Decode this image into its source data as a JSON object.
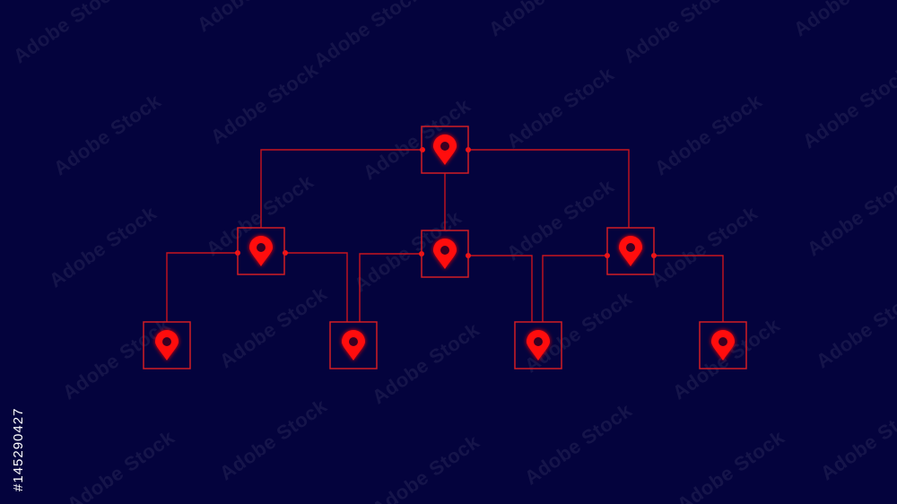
{
  "diagram": {
    "colors": {
      "background": "#04033d",
      "line": "#c8141e",
      "box": "#d21c24",
      "pin": "#ff1010",
      "pin_glow": "#ff2020",
      "pin_hole": "#3a0520"
    },
    "nodes": [
      {
        "id": "root",
        "icon": "map-pin-icon"
      },
      {
        "id": "mid-left",
        "icon": "map-pin-icon"
      },
      {
        "id": "mid-center",
        "icon": "map-pin-icon"
      },
      {
        "id": "mid-right",
        "icon": "map-pin-icon"
      },
      {
        "id": "leaf-1",
        "icon": "map-pin-icon"
      },
      {
        "id": "leaf-2",
        "icon": "map-pin-icon"
      },
      {
        "id": "leaf-3",
        "icon": "map-pin-icon"
      },
      {
        "id": "leaf-4",
        "icon": "map-pin-icon"
      }
    ],
    "edges": [
      {
        "from": "root",
        "to": "mid-left"
      },
      {
        "from": "root",
        "to": "mid-center"
      },
      {
        "from": "root",
        "to": "mid-right"
      },
      {
        "from": "mid-left",
        "to": "leaf-1"
      },
      {
        "from": "mid-left",
        "to": "leaf-2"
      },
      {
        "from": "mid-center",
        "to": "leaf-2"
      },
      {
        "from": "mid-center",
        "to": "leaf-3"
      },
      {
        "from": "mid-right",
        "to": "leaf-3"
      },
      {
        "from": "mid-right",
        "to": "leaf-4"
      }
    ]
  },
  "watermark": {
    "text": "Adobe Stock",
    "stock_id": "#145290427"
  }
}
